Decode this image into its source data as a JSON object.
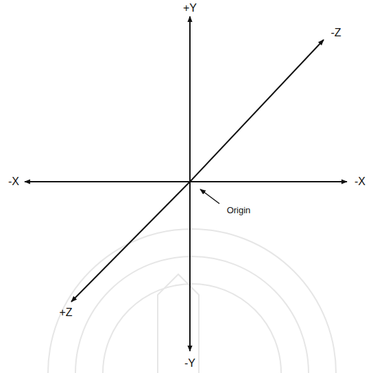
{
  "diagram": {
    "labels": [
      "+Y",
      "-X",
      "-X",
      "-Z",
      "+Z",
      "-Y",
      "Origin"
    ]
  }
}
